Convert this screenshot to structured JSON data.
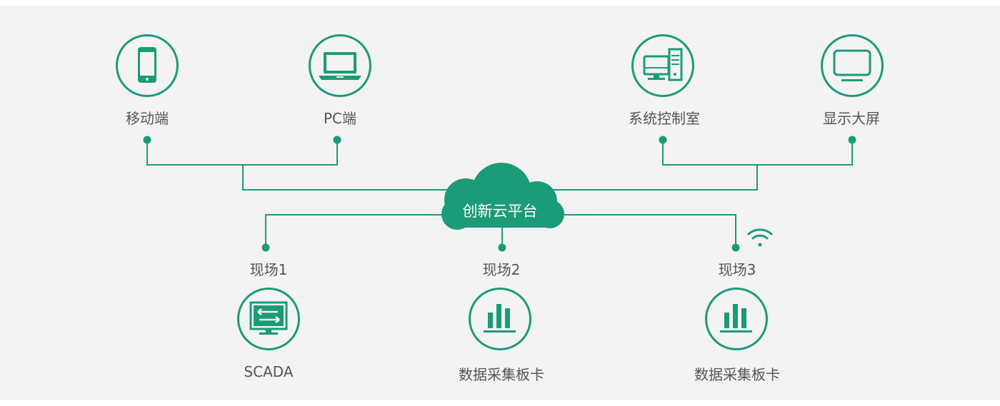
{
  "colors": {
    "accent": "#1b9b77",
    "background": "#f3f3f3",
    "text": "#555555"
  },
  "cloud": {
    "label": "创新云平台"
  },
  "top_left": [
    {
      "label": "移动端",
      "icon": "mobile-phone-icon"
    },
    {
      "label": "PC端",
      "icon": "laptop-icon"
    }
  ],
  "top_right": [
    {
      "label": "系统控制室",
      "icon": "desktop-computer-icon"
    },
    {
      "label": "显示大屏",
      "icon": "monitor-icon"
    }
  ],
  "sites": [
    {
      "label": "现场1",
      "device": "SCADA",
      "icon": "scada-monitor-icon"
    },
    {
      "label": "现场2",
      "device": "数据采集板卡",
      "icon": "bar-chart-icon"
    },
    {
      "label": "现场3",
      "device": "数据采集板卡",
      "icon": "bar-chart-icon",
      "wireless_icon": "wifi-icon"
    }
  ]
}
